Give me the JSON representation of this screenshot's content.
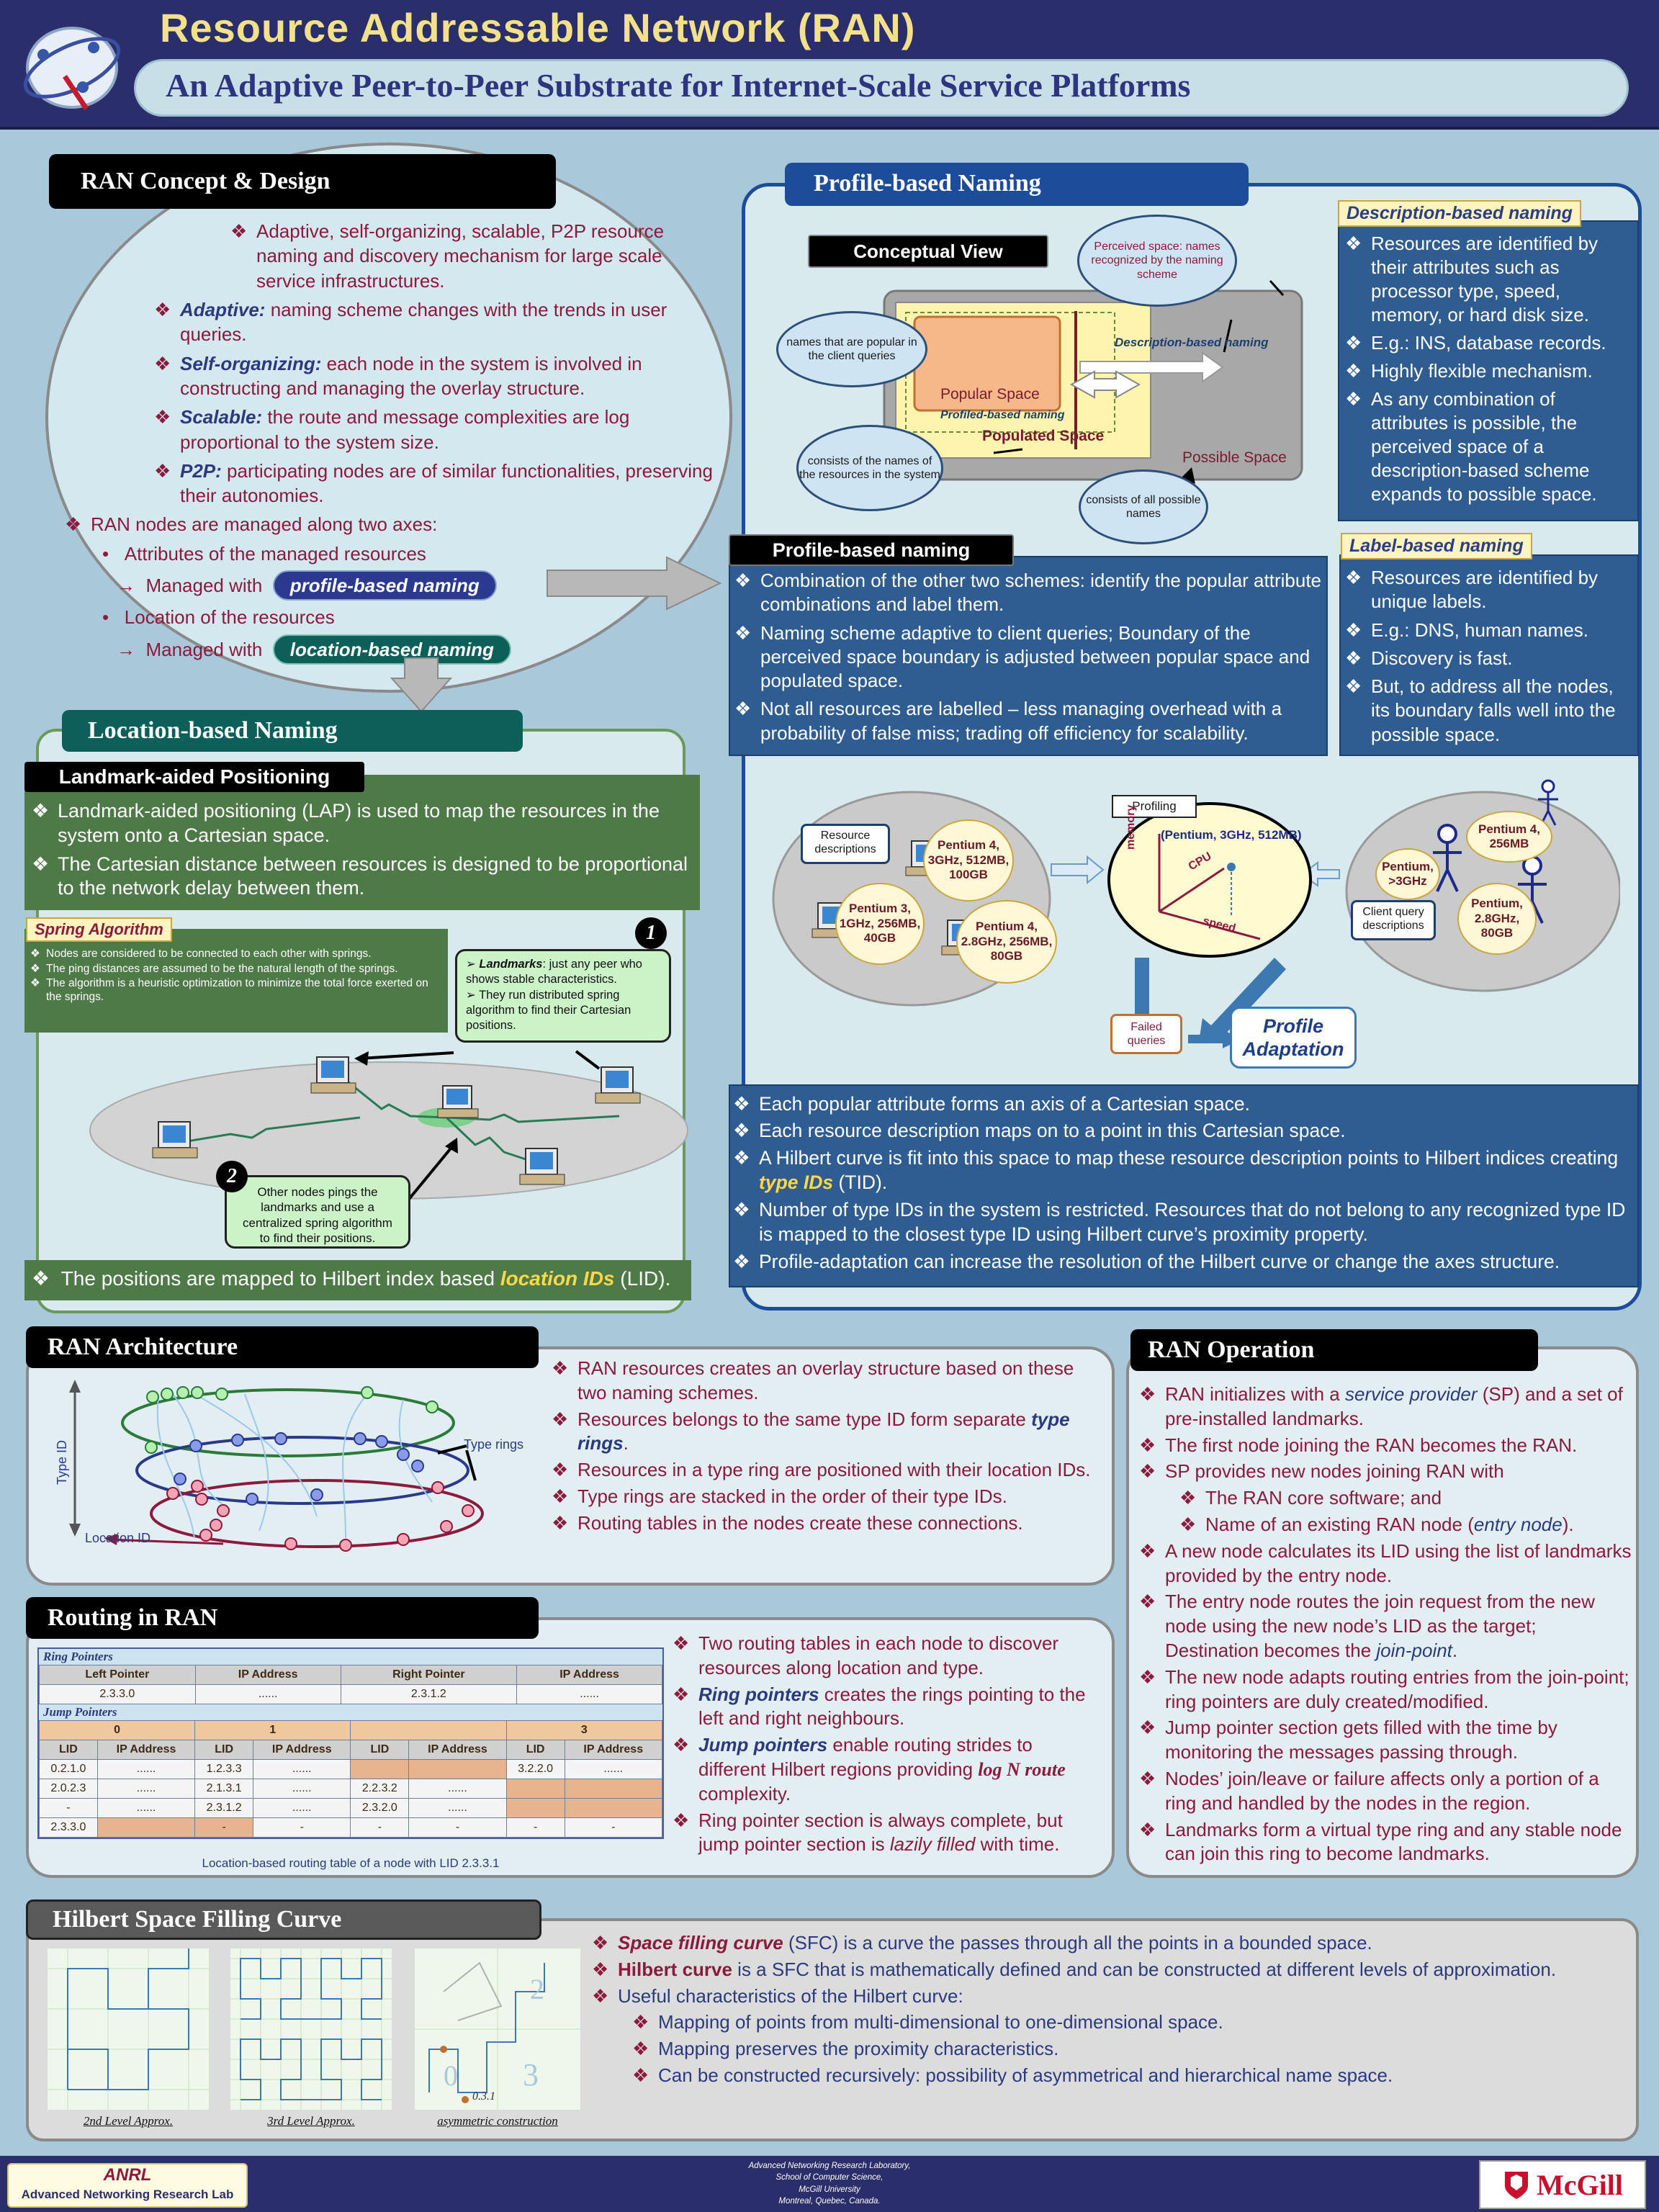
{
  "header": {
    "title": "Resource Addressable Network (RAN)",
    "subtitle": "An Adaptive Peer-to-Peer Substrate for Internet-Scale Service Platforms"
  },
  "concept": {
    "heading": "RAN Concept & Design",
    "intro": "Adaptive, self-organizing, scalable, P2P resource naming and discovery mechanism for large scale service infrastructures.",
    "items": [
      {
        "term": "Adaptive:",
        "text": " naming scheme changes with the trends in user queries."
      },
      {
        "term": "Self-organizing:",
        "text": " each node in the system is involved in constructing and managing the overlay structure."
      },
      {
        "term": "Scalable:",
        "text": " the route and message complexities are log proportional to the system size."
      },
      {
        "term": "P2P:",
        "text": " participating nodes are of similar functionalities, preserving their autonomies."
      }
    ],
    "axes": "RAN nodes are managed along two axes:",
    "attr": "Attributes of the managed resources",
    "managed": "Managed with",
    "profile_pill": "profile-based naming",
    "loc": "Location of the resources",
    "location_pill": "location-based naming"
  },
  "location": {
    "heading": "Location-based Naming",
    "lap_heading": "Landmark-aided Positioning",
    "lap_items": [
      "Landmark-aided positioning (LAP) is used to map the resources in the system onto a Cartesian space.",
      "The Cartesian distance between resources is designed to be proportional to the network delay between them."
    ],
    "spring_badge": "Spring Algorithm",
    "spring_items": [
      "Nodes are considered to be connected to each other with springs.",
      "The ping distances are assumed to be the natural length of the springs.",
      "The algorithm is a heuristic optimization to minimize the total force exerted on the springs."
    ],
    "num1": "1",
    "num2": "2",
    "callout1_term": "Landmarks",
    "callout1_rest": ": just any peer who shows stable characteristics.",
    "callout1_b": "They run distributed spring algorithm to find their Cartesian positions.",
    "callout2": "Other nodes pings the landmarks and use a centralized spring algorithm to find their positions.",
    "footer_pre": "The positions are mapped to Hilbert index based ",
    "footer_term": "location IDs",
    "footer_post": " (LID)."
  },
  "profile": {
    "heading": "Profile-based Naming",
    "conceptual": "Conceptual View",
    "perceived": "Perceived space: names recognized by the naming scheme",
    "popular_names": "names that are popular in the client queries",
    "consists_names": "consists of the names of the resources in the system",
    "consists_all": "consists of all possible names",
    "popular_space": "Popular Space",
    "profiled": "Profiled-based naming",
    "populated": "Populated Space",
    "possible": "Possible Space",
    "desc_arrow": "Description-based naming",
    "desc_badge": "Description-based naming",
    "desc_items": [
      "Resources are identified by their attributes such as processor type, speed, memory, or hard disk size.",
      "E.g.: INS, database records.",
      "Highly flexible mechanism.",
      "As any combination of attributes is possible, the perceived space of a description-based scheme expands to possible space."
    ],
    "pb_heading": "Profile-based naming",
    "pb_items": [
      "Combination of the other two schemes: identify the popular attribute combinations and label them.",
      "Naming scheme adaptive to client queries; Boundary of the perceived space boundary is adjusted between popular space and populated space.",
      "Not all resources are labelled – less managing overhead with a probability of false miss; trading off efficiency for scalability."
    ],
    "label_badge": "Label-based naming",
    "label_items": [
      "Resources are identified by unique labels.",
      "E.g.: DNS, human names.",
      "Discovery is fast.",
      "But, to address all the nodes, its boundary falls well into the possible space."
    ],
    "resource_desc": "Resource descriptions",
    "pcs": [
      "Pentium 4, 3GHz, 512MB, 100GB",
      "Pentium 3, 1GHz, 256MB, 40GB",
      "Pentium 4, 2.8GHz, 256MB, 80GB"
    ],
    "profiling": "Profiling",
    "cube_label": "(Pentium, 3GHz, 512MB)",
    "ax_memory": "memory",
    "ax_cpu": "CPU",
    "ax_speed": "speed",
    "failed": "Failed queries",
    "adapt": "Profile Adaptation",
    "client_query": "Client query descriptions",
    "queries": [
      "Pentium 4, 256MB",
      "Pentium, >3GHz",
      "Pentium, 2.8GHz, 80GB"
    ],
    "bottom_items": [
      {
        "pre": "Each popular attribute forms an axis of a Cartesian space."
      },
      {
        "pre": "Each resource description maps on to a point in this Cartesian space."
      },
      {
        "pre": "A Hilbert curve is fit into this space to map these resource description points to Hilbert indices creating ",
        "term": "type IDs",
        "post": " (TID)."
      },
      {
        "pre": "Number of type IDs in the system is restricted. Resources that do not belong to any recognized type ID is mapped to the closest type ID using Hilbert curve’s proximity property."
      },
      {
        "pre": "Profile-adaptation can increase the resolution of the Hilbert curve or change the axes structure."
      }
    ]
  },
  "arch": {
    "heading": "RAN Architecture",
    "type_id": "Type ID",
    "location_id": "Location ID",
    "type_rings": "Type rings",
    "items": [
      {
        "pre": "RAN resources creates an overlay structure based on these two naming schemes."
      },
      {
        "pre": "Resources belongs to the same type ID form separate ",
        "term": "type rings",
        "post": "."
      },
      {
        "pre": "Resources in a type ring are positioned with their location IDs."
      },
      {
        "pre": "Type rings are stacked in the order of their type IDs."
      },
      {
        "pre": "Routing tables in the nodes create these connections."
      }
    ]
  },
  "routing": {
    "heading": "Routing in RAN",
    "ring_pointers": "Ring Pointers",
    "jump_pointers": "Jump Pointers",
    "ring_headers": [
      "Left Pointer",
      "IP Address",
      "Right Pointer",
      "IP Address"
    ],
    "ring_row": [
      "2.3.3.0",
      "......",
      "2.3.1.2",
      "......"
    ],
    "jump_groups": [
      "0",
      "1",
      "",
      "3"
    ],
    "jump_headers": [
      "LID",
      "IP Address",
      "LID",
      "IP Address",
      "LID",
      "IP Address",
      "LID",
      "IP Address"
    ],
    "jump_rows": [
      [
        "0.2.1.0",
        "......",
        "1.2.3.3",
        "......",
        "",
        "",
        "3.2.2.0",
        "......"
      ],
      [
        "2.0.2.3",
        "......",
        "2.1.3.1",
        "......",
        "2.2.3.2",
        "......",
        "",
        ""
      ],
      [
        "-",
        "......",
        "2.3.1.2",
        "......",
        "2.3.2.0",
        "......",
        "",
        ""
      ],
      [
        "2.3.3.0",
        "",
        "-",
        "-",
        "-",
        "-",
        "-",
        "-"
      ]
    ],
    "caption": "Location-based routing table of a node with LID 2.3.3.1",
    "items": [
      {
        "pre": "Two routing tables in each node to discover resources along location and type."
      },
      {
        "term": "Ring pointers",
        "post": " creates the rings pointing to the left and right neighbours."
      },
      {
        "term": "Jump pointers",
        "post": " enable routing strides to different Hilbert regions providing ",
        "term2": "log N route",
        "post2": " complexity."
      },
      {
        "pre": "Ring pointer section is always complete, but jump pointer section is ",
        "ital": "lazily filled",
        "post": " with time."
      }
    ]
  },
  "operation": {
    "heading": "RAN Operation",
    "items": [
      {
        "pre": "RAN initializes with a ",
        "ital": "service provider",
        "post": " (SP) and a set of pre-installed landmarks."
      },
      {
        "pre": "The first node joining the RAN becomes the RAN."
      },
      {
        "pre": "SP provides new nodes joining RAN with"
      },
      {
        "pre": "The RAN core software; and",
        "sub": true
      },
      {
        "pre": "Name of an existing RAN node (",
        "ital": "entry node",
        "post": ").",
        "sub": true
      },
      {
        "pre": "A new node calculates its LID using the list of landmarks provided by the entry node."
      },
      {
        "pre": "The entry node routes the join request from the new node using the new node’s LID as the target; Destination becomes the ",
        "ital": "join-point",
        "post": "."
      },
      {
        "pre": "The new node adapts routing entries from the join-point; ring pointers are duly created/modified."
      },
      {
        "pre": "Jump pointer section gets filled with the time by monitoring the messages passing through."
      },
      {
        "pre": "Nodes’ join/leave or failure affects only a portion of a ring and handled by the nodes in the region."
      },
      {
        "pre": "Landmarks form a virtual type ring and any stable node can join this ring to become landmarks."
      }
    ]
  },
  "hilbert": {
    "heading": "Hilbert Space Filling Curve",
    "cap1": "2nd Level Approx.",
    "cap2": "3rd Level Approx.",
    "cap3": "asymmetric construction",
    "items": [
      {
        "term": "Space filling curve",
        "post": " (SFC) is a curve the passes through all the points in a bounded space."
      },
      {
        "term": "Hilbert curve",
        "post": " is a SFC that is mathematically defined and can be constructed at different levels of approximation."
      },
      {
        "pre": "Useful characteristics of the Hilbert curve:"
      },
      {
        "pre": "Mapping of points from multi-dimensional to one-dimensional space.",
        "sub": true
      },
      {
        "pre": "Mapping preserves the proximity characteristics.",
        "sub": true
      },
      {
        "pre": "Can be constructed recursively: possibility of asymmetrical and hierarchical name space.",
        "sub": true
      }
    ]
  },
  "footer": {
    "anrl": "ANRL",
    "anrl_sub": "Advanced Networking Research Lab",
    "addr": [
      "Advanced Networking Research Laboratory,",
      "School of Computer Science,",
      "McGill University",
      "Montreal, Quebec, Canada."
    ],
    "mcgill": "McGill"
  },
  "colors": {
    "navy": "#2b3a7e",
    "maroon": "#8b1a3c",
    "panel_blue": "#2f5d91",
    "green": "#4d7a47",
    "teal": "#0d5f5a"
  }
}
